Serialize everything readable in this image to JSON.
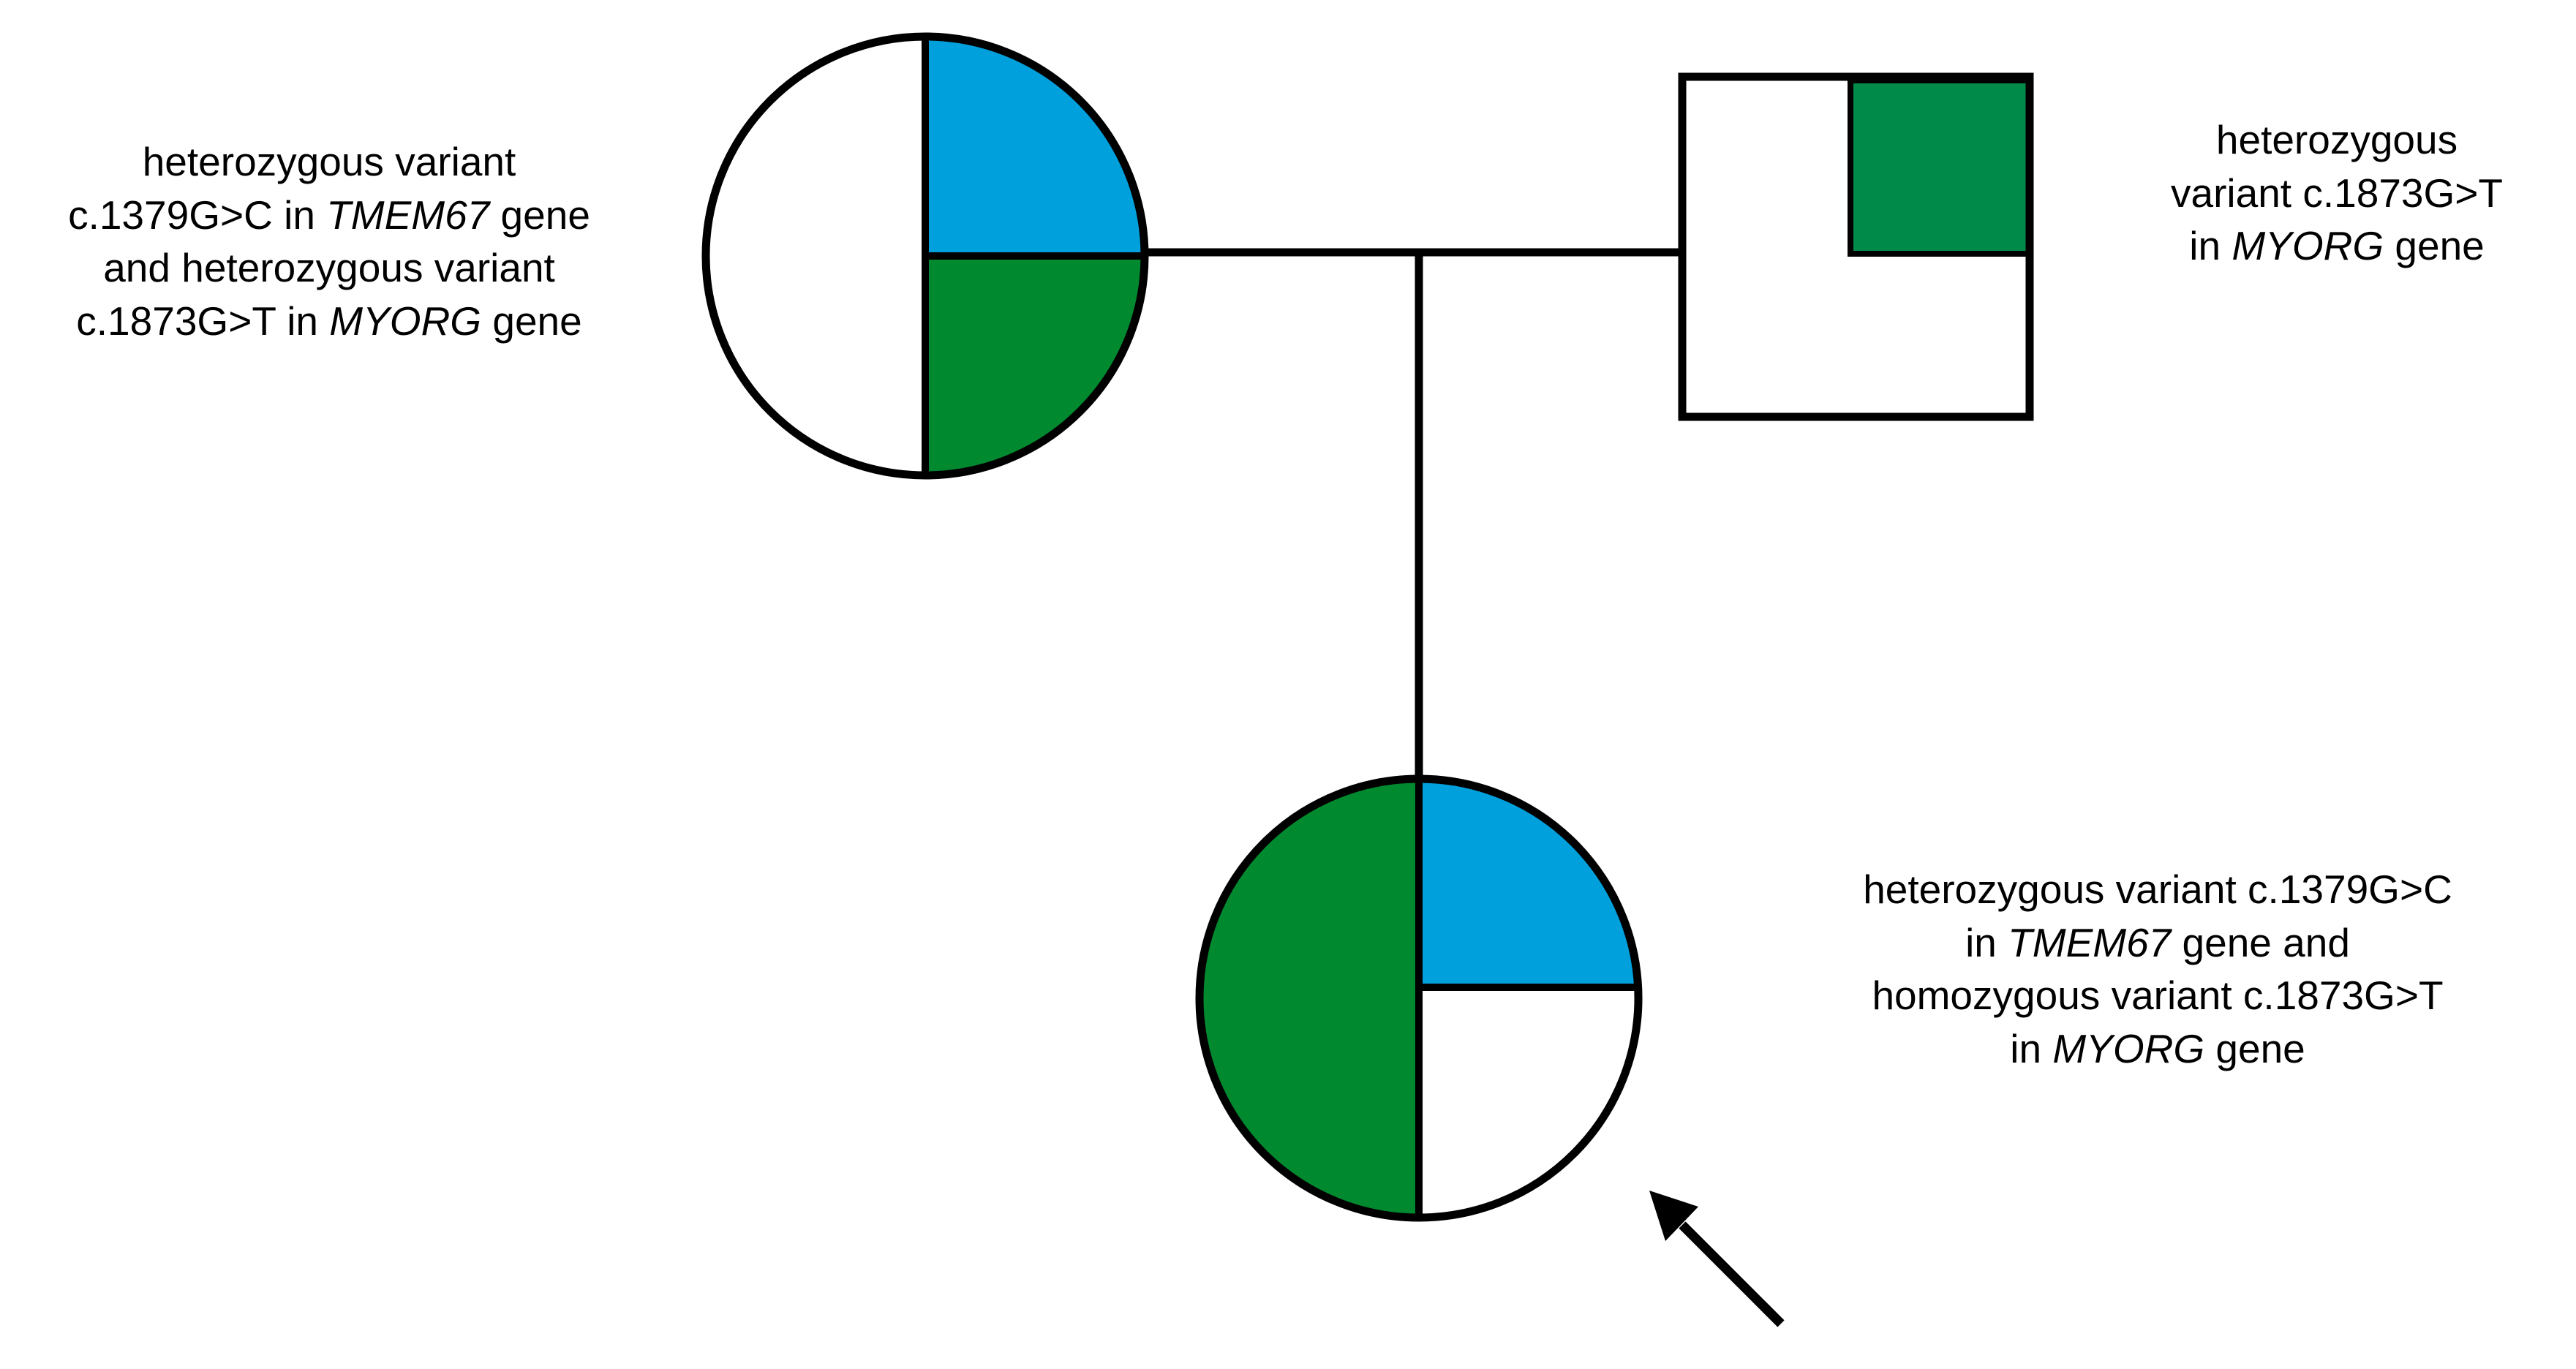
{
  "colors": {
    "tmem67_variant": "#00a0dc",
    "myorg_variant_mother_child": "#00892f",
    "myorg_variant_father": "#008a4a",
    "outline": "#000000",
    "background": "#ffffff"
  },
  "mother": {
    "label_lines": [
      [
        "heterozygous variant"
      ],
      [
        "c.1379G>C in ",
        {
          "i": "TMEM67"
        },
        " gene"
      ],
      [
        "and heterozygous variant"
      ],
      [
        "c.1873G>T in ",
        {
          "i": "MYORG"
        },
        " gene"
      ]
    ]
  },
  "father": {
    "label_lines": [
      [
        "heterozygous"
      ],
      [
        "variant c.1873G>T"
      ],
      [
        "in ",
        {
          "i": "MYORG"
        },
        " gene"
      ]
    ]
  },
  "proband": {
    "label_lines": [
      [
        "heterozygous variant c.1379G>C"
      ],
      [
        "in ",
        {
          "i": "TMEM67"
        },
        " gene and"
      ],
      [
        "homozygous variant c.1873G>T"
      ],
      [
        "in ",
        {
          "i": "MYORG"
        },
        " gene"
      ]
    ]
  }
}
